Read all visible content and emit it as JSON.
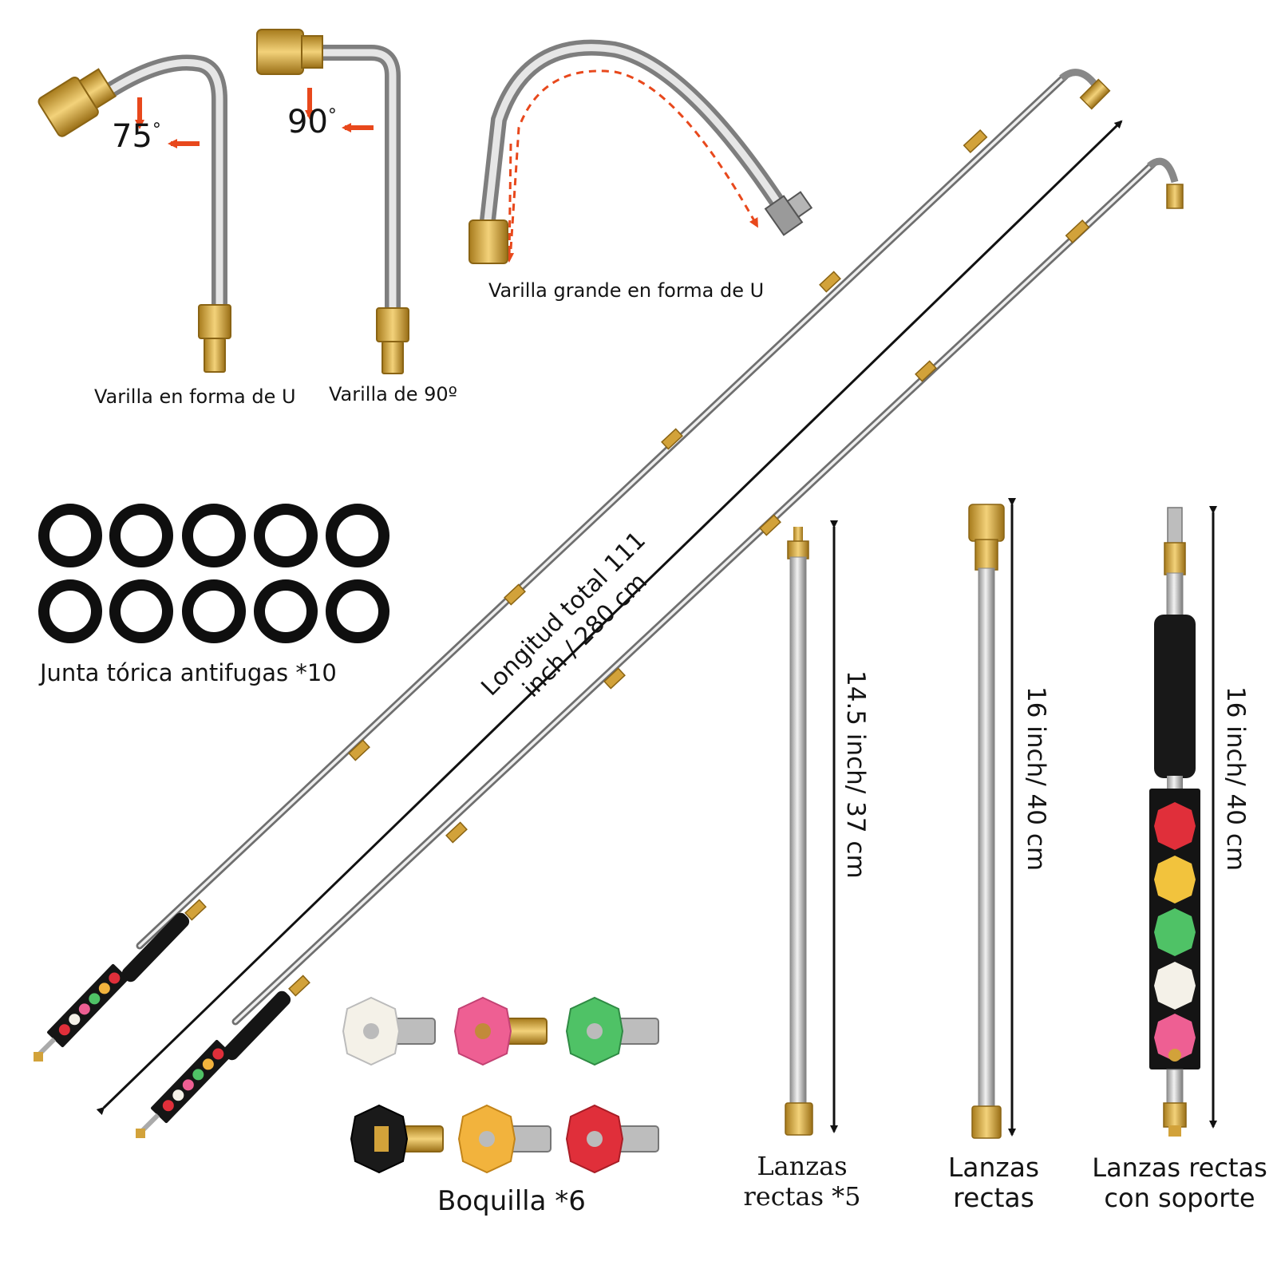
{
  "labels": {
    "u_rod": "Varilla en forma de U",
    "rod_90": "Varilla de 90º",
    "big_u_rod": "Varilla grande en forma de U",
    "o_ring": "Junta tórica antifugas *10",
    "nozzle": "Boquilla *6",
    "straight_5_line1": "Lanzas",
    "straight_5_line2": "rectas *5",
    "straight_line1": "Lanzas",
    "straight_line2": "rectas",
    "straight_support_line1": "Lanzas rectas",
    "straight_support_line2": "con soporte"
  },
  "angles": {
    "a75": "75",
    "a90": "90",
    "degree_sign": "°"
  },
  "dimensions": {
    "total_line1": "Longitud total 111",
    "total_line2": "inch / 280 cm",
    "rod_145": "14.5 inch/ 37 cm",
    "rod_16a": "16 inch/ 40 cm",
    "rod_16b": "16 inch/ 40 cm"
  },
  "colors": {
    "brass": "#d2a23a",
    "steel": "#c4c4c4",
    "arrow_red": "#e8481c",
    "rubber": "#111111",
    "nozzle_white": "#f4f1e8",
    "nozzle_pink": "#ee5f93",
    "nozzle_green": "#4fc266",
    "nozzle_black": "#1a1a1a",
    "nozzle_yellow": "#f2b33d",
    "nozzle_red": "#e02f3a"
  },
  "icons": [
    "quick-connector-icon",
    "arrow-icon",
    "o-ring-icon",
    "nozzle-tip-icon",
    "handle-grip-icon"
  ]
}
